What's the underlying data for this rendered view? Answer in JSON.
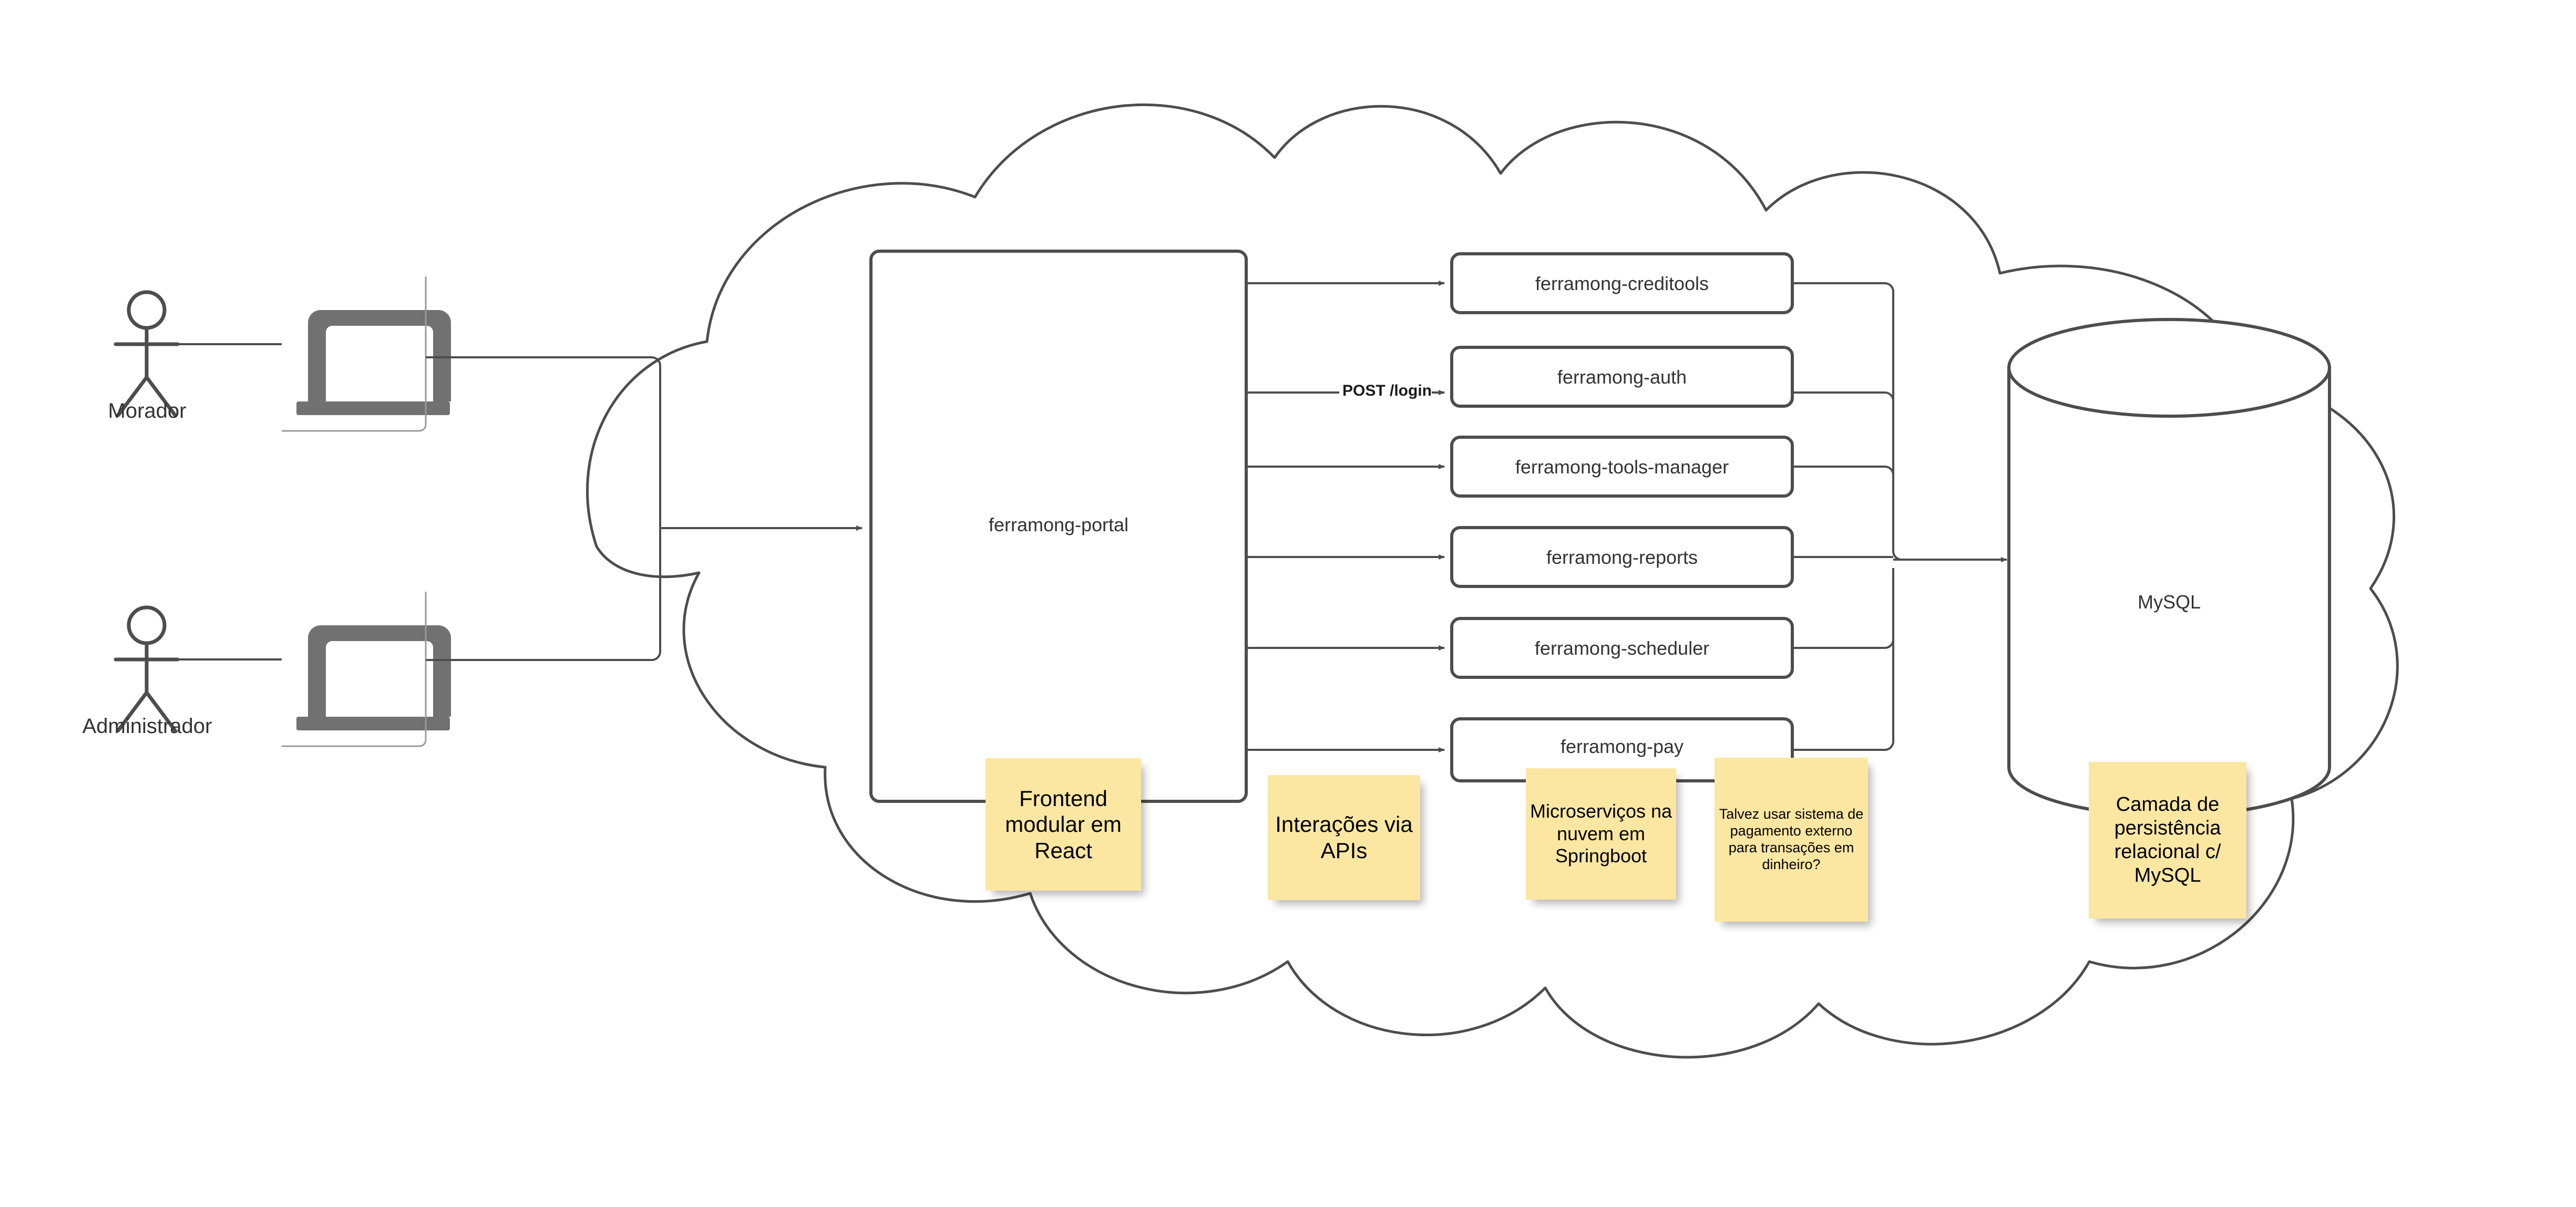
{
  "diagram": {
    "type": "architecture-diagram",
    "title": "Ferramong — arquitetura de microsserviços",
    "colors": {
      "stroke": "#4d4d4d",
      "actor_stroke": "#4d4d4d",
      "laptop_fill": "#717171",
      "note_fill": "#FCE7A2",
      "text": "#333333",
      "background": "#ffffff"
    }
  },
  "actors": [
    {
      "id": "morador",
      "label": "Morador"
    },
    {
      "id": "administrador",
      "label": "Administrador"
    }
  ],
  "devices": [
    {
      "id": "laptop-morador",
      "icon": "laptop-icon"
    },
    {
      "id": "laptop-administrador",
      "icon": "laptop-icon"
    }
  ],
  "cloud": {
    "label": ""
  },
  "portal": {
    "label": "ferramong-portal"
  },
  "microservices": [
    {
      "id": "creditools",
      "label": "ferramong-creditools"
    },
    {
      "id": "auth",
      "label": "ferramong-auth"
    },
    {
      "id": "tools-manager",
      "label": "ferramong-tools-manager"
    },
    {
      "id": "reports",
      "label": "ferramong-reports"
    },
    {
      "id": "scheduler",
      "label": "ferramong-scheduler"
    },
    {
      "id": "pay",
      "label": "ferramong-pay"
    }
  ],
  "database": {
    "label": "MySQL",
    "shape": "cylinder"
  },
  "edge_labels": [
    {
      "id": "post-login",
      "label": "POST /login"
    }
  ],
  "notes": [
    {
      "id": "note-frontend",
      "lines": [
        "Frontend",
        "modular",
        "em React"
      ],
      "font_size": 42
    },
    {
      "id": "note-apis",
      "lines": [
        "Interações",
        "via APIs"
      ],
      "font_size": 42
    },
    {
      "id": "note-micro",
      "lines": [
        "Microserviços",
        "na nuvem em",
        "Springboot"
      ],
      "font_size": 36
    },
    {
      "id": "note-pagamento",
      "lines": [
        "Talvez usar",
        "sistema de",
        "pagamento",
        "externo para",
        "transações em",
        "dinheiro?"
      ],
      "font_size": 27
    },
    {
      "id": "note-persistence",
      "lines": [
        "Camada de",
        "persistência",
        "relacional c/",
        "MySQL"
      ],
      "font_size": 38
    }
  ]
}
